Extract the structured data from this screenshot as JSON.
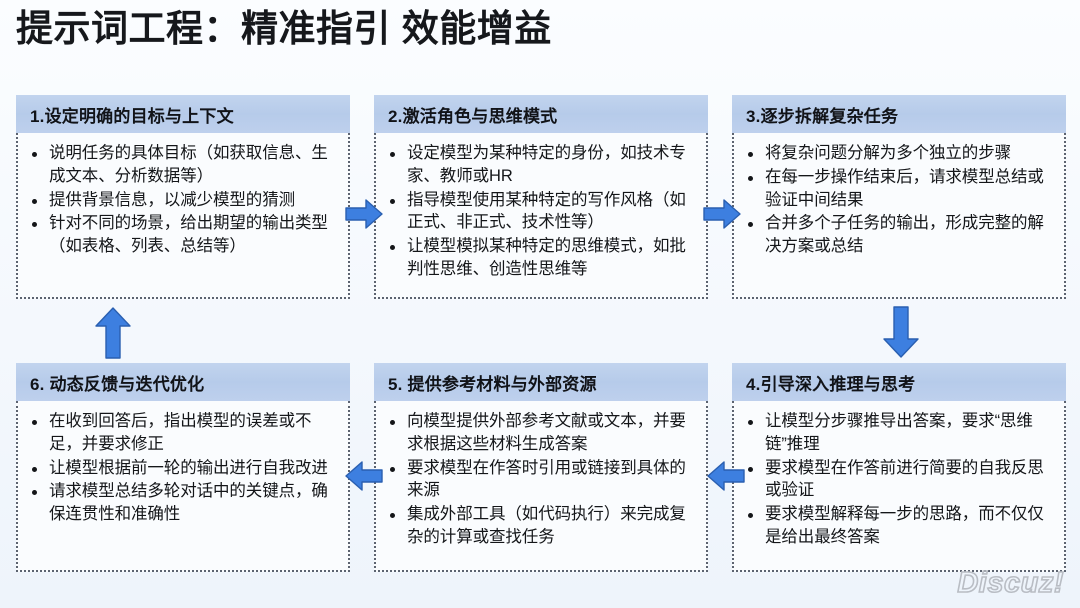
{
  "title": "提示词工程：精准指引 效能增益",
  "watermark": "Discuz!",
  "colors": {
    "accent": "#3878d8",
    "header_blue": "#b6cbea",
    "background": "#f4f8fd",
    "body_card": "#fafcfe",
    "border_dotted": "#5c6370",
    "text": "#141619"
  },
  "cards": [
    {
      "id": "card-1",
      "header": "1.设定明确的目标与上下文",
      "bullets": [
        "说明任务的具体目标（如获取信息、生成文本、分析数据等）",
        "提供背景信息，以减少模型的猜测",
        "针对不同的场景，给出期望的输出类型（如表格、列表、总结等）"
      ]
    },
    {
      "id": "card-2",
      "header": "2.激活角色与思维模式",
      "bullets": [
        "设定模型为某种特定的身份，如技术专家、教师或HR",
        "指导模型使用某种特定的写作风格（如正式、非正式、技术性等）",
        "让模型模拟某种特定的思维模式，如批判性思维、创造性思维等"
      ]
    },
    {
      "id": "card-3",
      "header": "3.逐步拆解复杂任务",
      "bullets": [
        "将复杂问题分解为多个独立的步骤",
        "在每一步操作结束后，请求模型总结或验证中间结果",
        "合并多个子任务的输出，形成完整的解决方案或总结"
      ]
    },
    {
      "id": "card-4",
      "header": "4.引导深入推理与思考",
      "bullets": [
        "让模型分步骤推导出答案，要求“思维链”推理",
        "要求模型在作答前进行简要的自我反思或验证",
        "要求模型解释每一步的思路，而不仅仅是给出最终答案"
      ]
    },
    {
      "id": "card-5",
      "header": "5. 提供参考材料与外部资源",
      "bullets": [
        "向模型提供外部参考文献或文本，并要求根据这些材料生成答案",
        "要求模型在作答时引用或链接到具体的来源",
        "集成外部工具（如代码执行）来完成复杂的计算或查找任务"
      ]
    },
    {
      "id": "card-6",
      "header": "6. 动态反馈与迭代优化",
      "bullets": [
        "在收到回答后，指出模型的误差或不足，并要求修正",
        "让模型根据前一轮的输出进行自我改进",
        "请求模型总结多轮对话中的关键点，确保连贯性和准确性"
      ]
    }
  ],
  "arrows": [
    {
      "id": "arrow-1-2",
      "direction": "right",
      "from": "1",
      "to": "2"
    },
    {
      "id": "arrow-2-3",
      "direction": "right",
      "from": "2",
      "to": "3"
    },
    {
      "id": "arrow-3-4",
      "direction": "down",
      "from": "3",
      "to": "4"
    },
    {
      "id": "arrow-4-5",
      "direction": "left",
      "from": "4",
      "to": "5"
    },
    {
      "id": "arrow-5-6",
      "direction": "left",
      "from": "5",
      "to": "6"
    },
    {
      "id": "arrow-6-1",
      "direction": "up",
      "from": "6",
      "to": "1"
    }
  ]
}
